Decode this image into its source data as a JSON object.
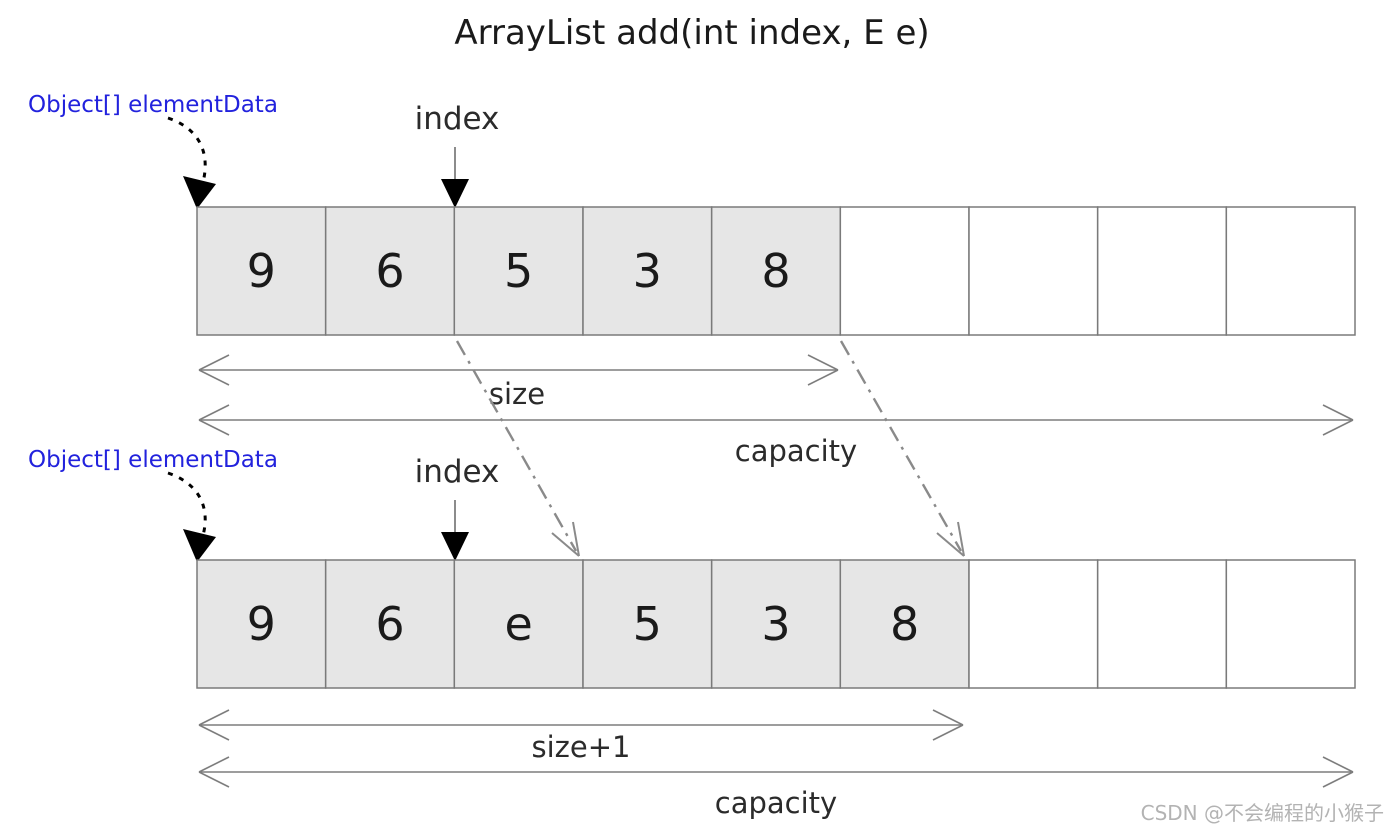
{
  "title": "ArrayList add(int index, E e)",
  "watermark": "CSDN @不会编程的小猴子",
  "colors": {
    "blue": "#2222dd",
    "green": "#68e04a",
    "cell_fill": "#e6e6e6",
    "arrow_gray": "#7d7d7d"
  },
  "top": {
    "pointer_label": "Object[] elementData",
    "index_label": "index",
    "cells": [
      "9",
      "6",
      "5",
      "3",
      "8",
      "",
      "",
      "",
      ""
    ],
    "size_label": "size",
    "capacity_label": "capacity"
  },
  "bottom": {
    "pointer_label": "Object[] elementData",
    "index_label": "index",
    "cells": [
      "9",
      "6",
      "e",
      "5",
      "3",
      "8",
      "",
      "",
      ""
    ],
    "size_label": "size+1",
    "capacity_label": "capacity"
  }
}
